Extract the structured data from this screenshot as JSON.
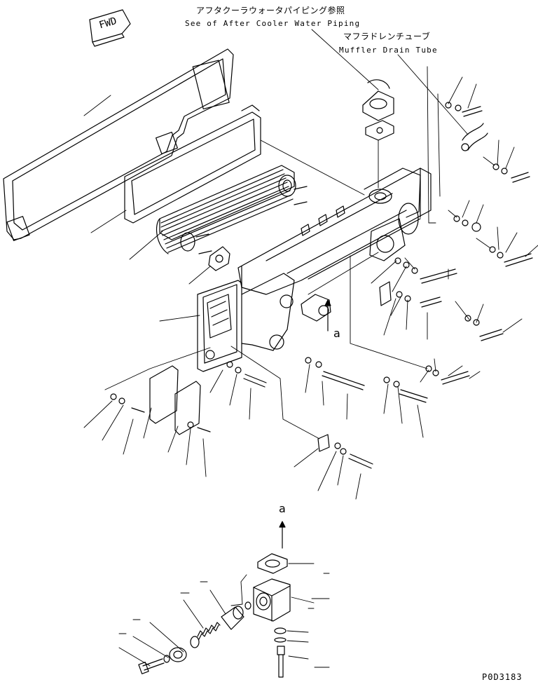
{
  "direction_marker": "FWD",
  "callouts": {
    "aftercooler_jp": "アフタクーラウォータパイピング参照",
    "aftercooler_en": "See of After Cooler Water Piping",
    "muffler_jp": "マフラドレンチューブ",
    "muffler_en": "Muffler Drain Tube"
  },
  "detail_reference": {
    "upper": "a",
    "lower": "a"
  },
  "drawing_code": "P0D3183",
  "colors": {
    "line": "#000000",
    "background": "#ffffff"
  },
  "icons": [
    "forward-arrow-icon",
    "detail-arrow-icon"
  ]
}
